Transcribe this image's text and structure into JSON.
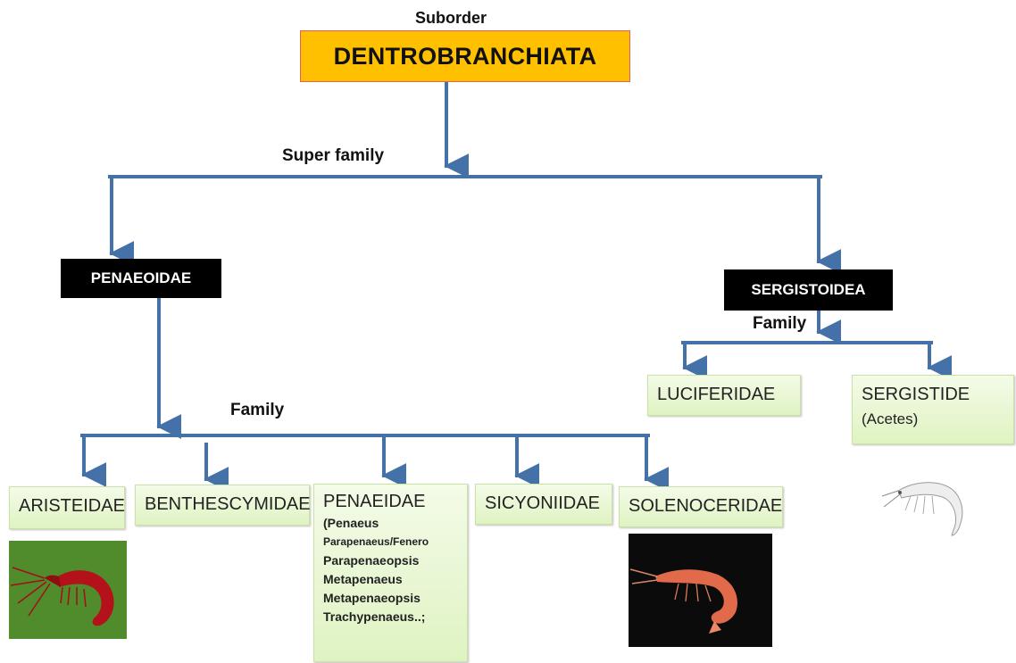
{
  "suborder_label": "Suborder",
  "root": "DENTROBRANCHIATA",
  "superfamily_label": "Super family",
  "superfamilies": {
    "left": "PENAEOIDAE",
    "right": "SERGISTOIDEA"
  },
  "family_label_left": "Family",
  "family_label_right": "Family",
  "families_left": {
    "aristeidae": "ARISTEIDAE",
    "benthescymidae": "BENTHESCYMIDAE",
    "penaeidae": {
      "name": "PENAEIDAE",
      "genera": [
        "(Penaeus",
        "Parapenaeus/Fenero",
        "Parapenaeopsis",
        "Metapenaeus",
        "Metapenaeopsis",
        "Trachypenaeus..;"
      ]
    },
    "sicyoniidae": "SICYONIIDAE",
    "solenoceridae": "SOLENOCERIDAE"
  },
  "families_right": {
    "luciferidae": "LUCIFERIDAE",
    "sergistide": {
      "name": "SERGISTIDE",
      "note": "(Acetes)"
    }
  },
  "colors": {
    "connector": "#4472A8",
    "root_fill": "#FFC000",
    "superfamily_fill": "#000000",
    "family_fill": "#E2F4C8"
  }
}
